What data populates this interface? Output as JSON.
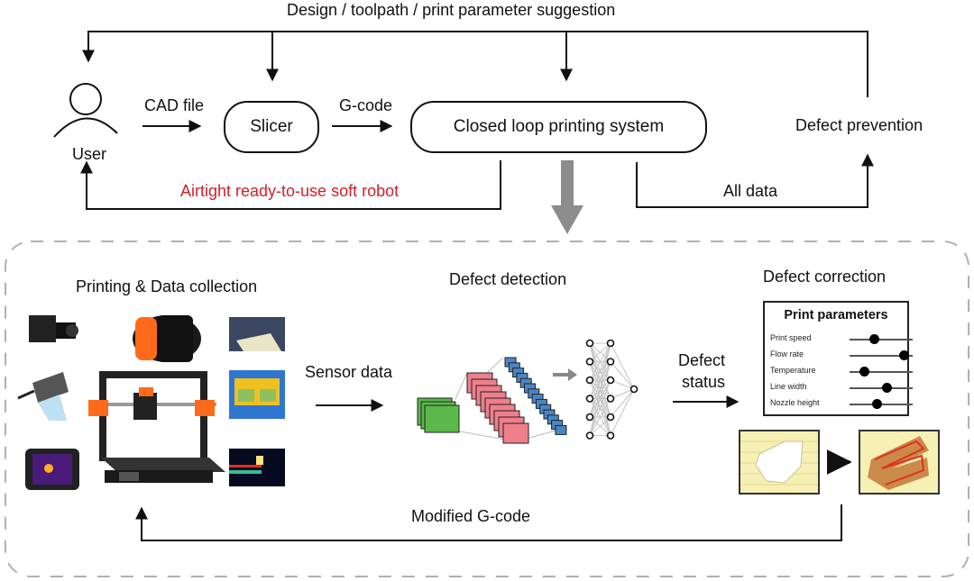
{
  "top": {
    "feedback_label": "Design / toolpath / print parameter suggestion",
    "user_label": "User",
    "cad_label": "CAD file",
    "slicer_label": "Slicer",
    "gcode_label": "G-code",
    "system_label": "Closed loop printing system",
    "prevention_label": "Defect prevention",
    "output_label": "Airtight ready-to-use soft robot",
    "all_data_label": "All data"
  },
  "bottom": {
    "printing_title": "Printing & Data collection",
    "sensor_label": "Sensor data",
    "detection_title": "Defect detection",
    "status_label_1": "Defect",
    "status_label_2": "status",
    "correction_title": "Defect correction",
    "modified_label": "Modified G-code",
    "params": {
      "title": "Print parameters",
      "items": [
        {
          "label": "Print speed",
          "value": 0.38
        },
        {
          "label": "Flow rate",
          "value": 0.85
        },
        {
          "label": "Temperature",
          "value": 0.23
        },
        {
          "label": "Line width",
          "value": 0.58
        },
        {
          "label": "Nozzle height",
          "value": 0.43
        }
      ]
    }
  },
  "colors": {
    "line": "#111111",
    "red_text": "#d0202a",
    "gray_arrow": "#8c8c8c",
    "dash": "#b0b0b0",
    "green": "#5cb84a",
    "pink": "#ee7f8b",
    "blue": "#4a86c4",
    "paper": "#f6f0b4",
    "orange": "#ff6a1a",
    "bead": "#c98a4a"
  }
}
